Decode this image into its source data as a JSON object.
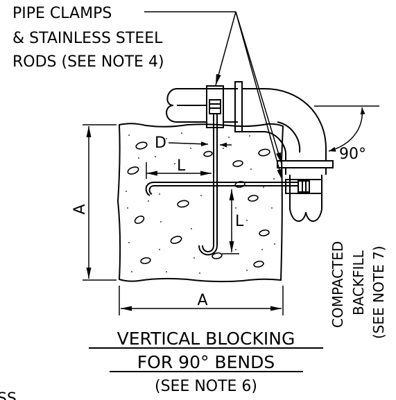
{
  "callout": {
    "line1": "PIPE CLAMPS",
    "line2": "& STAINLESS STEEL",
    "line3": "RODS (SEE NOTE 4)"
  },
  "dimensions": {
    "angle": "90°",
    "d": "D",
    "l_horizontal": "L",
    "l_vertical": "L",
    "a_vertical": "A",
    "a_horizontal": "A"
  },
  "backfill": {
    "line1": "COMPACTED",
    "line2": "BACKFILL",
    "line3": "(SEE NOTE 7)"
  },
  "title": {
    "line1": "VERTICAL BLOCKING",
    "line2": "FOR 90° BENDS",
    "note": "(SEE NOTE 6)"
  },
  "corner_fragment": "SS"
}
